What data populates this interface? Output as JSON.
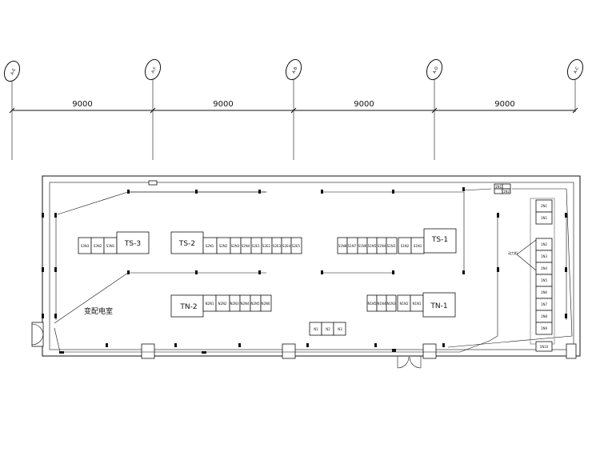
{
  "axes": [
    {
      "label": "A-E"
    },
    {
      "label": "A-F"
    },
    {
      "label": "A-B"
    },
    {
      "label": "A-D"
    },
    {
      "label": "A-C"
    }
  ],
  "dimensions": [
    "9000",
    "9000",
    "9000",
    "9000"
  ],
  "room_label": "变配电室",
  "panels": {
    "ts3": "TS-3",
    "ts2": "TS-2",
    "ts1": "TS-1",
    "tn2": "TN-2",
    "tn1": "TN-1"
  },
  "cabinets": {
    "ts3_row": [
      "S3N3",
      "S3N2",
      "S3N1"
    ],
    "ts2_row": [
      "S2N1",
      "S2N2",
      "S2N3",
      "S2N4",
      "S2E1",
      "S2E2",
      "S2E3",
      "S2E4",
      "S2E5"
    ],
    "ts1_row": [
      "S1N8",
      "S1N7",
      "S1N6",
      "S1N5",
      "S1N4",
      "S1N3",
      "S1N2",
      "S1N1"
    ],
    "tn2_row": [
      "N2N1",
      "N2N2",
      "N2N3",
      "N2N4",
      "N2N5",
      "N2N6"
    ],
    "tn1_row": [
      "N1N5",
      "N1N4",
      "N1N3",
      "N1N2",
      "N1N1"
    ],
    "right_column": [
      "2N1",
      "1N1",
      "1N2",
      "1N3",
      "1N4",
      "1N5",
      "1N6",
      "1N7",
      "1N8",
      "1N9",
      "1N10"
    ],
    "bottom_center": [
      "N1",
      "N2",
      "N3"
    ],
    "top_right": [
      "1N1",
      "1N2"
    ]
  },
  "right_label": "动力柜"
}
